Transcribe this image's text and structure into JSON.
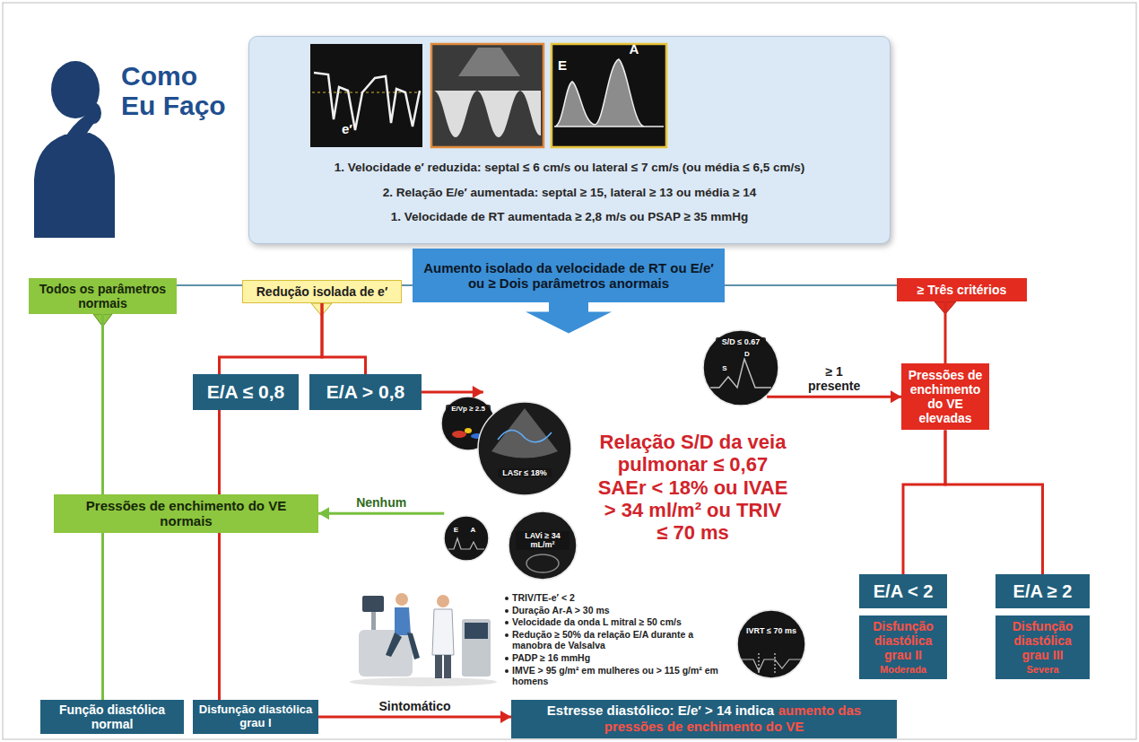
{
  "diagram": {
    "title": "Como Eu Faço",
    "nodes": [
      {
        "text": [
          "1. Velocidade e′ reduzida: septal ≤ 6 cm/s ou lateral ≤ 7 cm/s (ou média ≤ 6,5 cm/s)",
          "2. Relação E/e′ aumentada: septal ≥ 15, lateral ≥ 13 ou média ≥ 14",
          "1. Velocidade de RT aumentada ≥ 2,8 m/s ou PSAP ≥ 35 mmHg"
        ]
      },
      {
        "text": [
          "Todos os parâmetros normais"
        ]
      },
      {
        "text": [
          "Redução isolada de e′"
        ]
      },
      {
        "text": [
          "Aumento isolado da velocidade de RT ou E/e′ ou ≥ Dois parâmetros anormais"
        ]
      },
      {
        "text": [
          "≥ Três critérios"
        ]
      },
      {
        "text": [
          "E/A ≤ 0,8"
        ]
      },
      {
        "text": [
          "E/A > 0,8"
        ]
      },
      {
        "text": [
          "Relação S/D da veia pulmonar ≤ 0,67 SAEr < 18% ou IVAE > 34 ml/m² ou TRIV ≤ 70 ms"
        ]
      },
      {
        "text": [
          "Pressões de enchimento do VE elevadas"
        ]
      },
      {
        "text": [
          "Pressões de enchimento do VE normais"
        ]
      },
      {
        "text": [
          "E/A < 2"
        ]
      },
      {
        "text": [
          "E/A ≥ 2"
        ]
      },
      {
        "text": [
          "Disfunção diastólica grau II",
          "Moderada"
        ]
      },
      {
        "text": [
          "Disfunção diastólica grau III",
          "Severa"
        ]
      },
      {
        "text": [
          "Função diastólica normal"
        ]
      },
      {
        "text": [
          "Disfunção diastólica grau I"
        ]
      },
      {
        "text": [
          "Estresse diastólico: E/e′ > 14 indica",
          "aumento das pressões de enchimento do VE"
        ]
      }
    ],
    "edges": [
      {
        "from": 1,
        "to": 2,
        "arrow": "none"
      },
      {
        "from": 2,
        "to": 3,
        "arrow": "none"
      },
      {
        "from": 3,
        "to": 4,
        "arrow": "none"
      },
      {
        "from": 1,
        "to": 14,
        "arrow": "none"
      },
      {
        "from": 2,
        "to": 5,
        "arrow": "none"
      },
      {
        "from": 2,
        "to": 6,
        "arrow": "none"
      },
      {
        "from": 5,
        "to": 15,
        "arrow": "none"
      },
      {
        "from": 6,
        "to": 7,
        "arrow": "to"
      },
      {
        "from": 3,
        "to": 7,
        "arrow": "to"
      },
      {
        "from": 7,
        "to": 9,
        "label": "Nenhum",
        "arrow": "to"
      },
      {
        "from": 7,
        "to": 8,
        "label": "≥ 1 presente",
        "arrow": "to"
      },
      {
        "from": 4,
        "to": 8,
        "arrow": "none"
      },
      {
        "from": 8,
        "to": 10,
        "arrow": "none"
      },
      {
        "from": 8,
        "to": 11,
        "arrow": "none"
      },
      {
        "from": 15,
        "to": 16,
        "label": "Sintomático",
        "arrow": "to"
      }
    ],
    "labels": [
      "e′",
      "E",
      "A",
      "E/Vp ≥ 2.5",
      "LASr ≤ 18%",
      "S/D ≤ 0.67",
      "S",
      "D",
      "E",
      "A",
      "LAVi ≥ 34 mL/m²",
      "IVRT ≤ 70 ms",
      "TRIV/TE-e′ < 2",
      "Duração Ar-A > 30 ms",
      "Velocidade da onda L mitral ≥ 50 cm/s",
      "Redução ≥ 50% da relação E/A durante a manobra de Valsalva",
      "PADP ≥ 16 mmHg",
      "IMVE > 95 g/m² em mulheres ou > 115 g/m² em homens"
    ]
  }
}
